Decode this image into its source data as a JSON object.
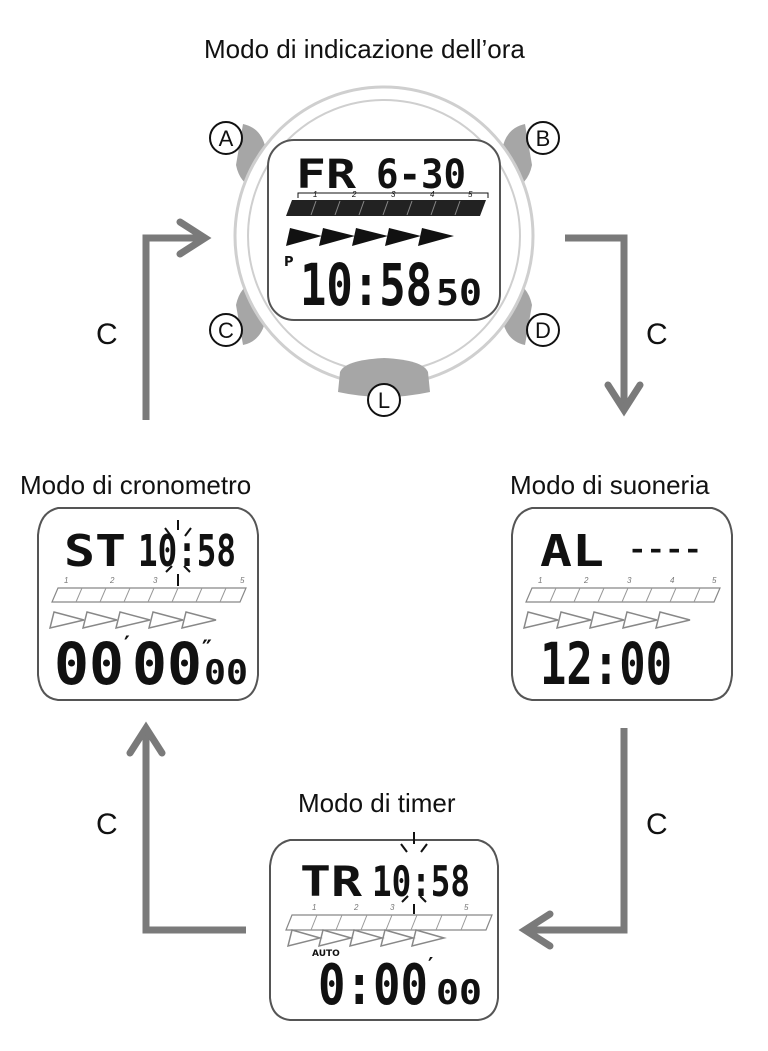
{
  "modes": {
    "timekeeping": "Modo di indicazione dell’ora",
    "alarm": "Modo di suoneria",
    "timer": "Modo di timer",
    "stopwatch": "Modo di cronometro"
  },
  "transition_label": "C",
  "buttons": {
    "a": "A",
    "b": "B",
    "c": "C",
    "d": "D",
    "l": "L"
  },
  "timekeeping_display": {
    "day": "FR",
    "date": "6-30",
    "pm_indicator": "P",
    "time": "10:58",
    "seconds": "50"
  },
  "alarm_display": {
    "code": "AL",
    "dashes": "----",
    "time": "12:00"
  },
  "stopwatch_display": {
    "code": "ST",
    "clock": "10:58",
    "minutes": "00",
    "seconds": "00",
    "hundredths": "00"
  },
  "timer_display": {
    "code": "TR",
    "clock": "10:58",
    "auto": "AUTO",
    "time": "0:00",
    "hundredths": "00"
  },
  "graph_labels": [
    "1",
    "2",
    "3",
    "4",
    "5"
  ],
  "colors": {
    "arrow": "#7a7a7a",
    "watch_case": "#cfcfcf",
    "button": "#a6a6a6",
    "screen_border": "#555555"
  }
}
